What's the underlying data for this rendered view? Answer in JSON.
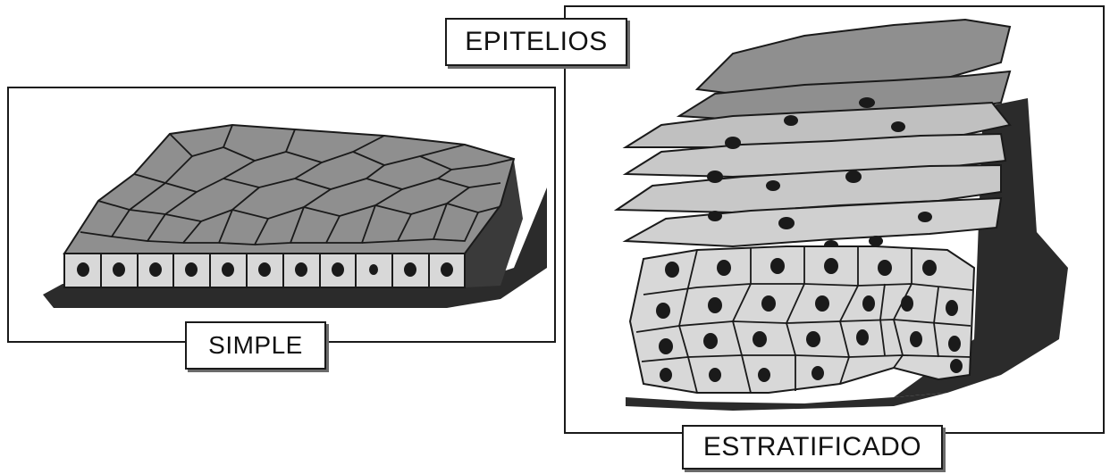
{
  "labels": {
    "title": "EPITELIOS",
    "simple": "SIMPLE",
    "stratified": "ESTRATIFICADO"
  },
  "colors": {
    "ink": "#1a1a1a",
    "cell_fill": "#8f8f8f",
    "cell_light": "#d8d8d8",
    "shadow": "#2b2b2b",
    "nucleus": "#1a1a1a"
  }
}
